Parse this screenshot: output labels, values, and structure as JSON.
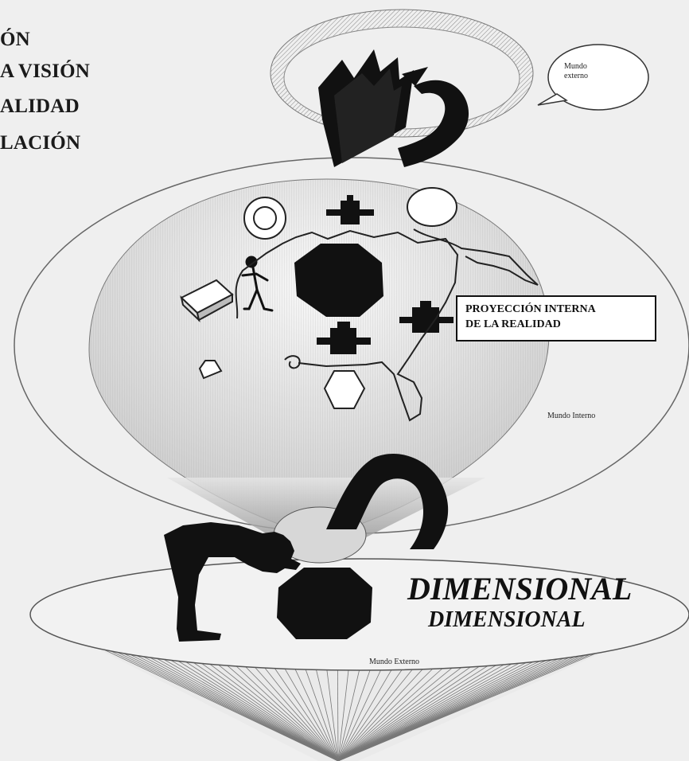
{
  "title_lines": [
    "ÓN",
    "A VISIÓN",
    "ALIDAD",
    "LACIÓN"
  ],
  "external_bubble_label": "Mundo\nexterno",
  "projection_box": {
    "line1": "PROYECCIÓN INTERNA",
    "line2": "DE LA REALIDAD"
  },
  "internal_world_label": "Mundo Interno",
  "dimensional_large": "DIMENSIONAL",
  "dimensional_small": "DIMENSIONAL",
  "external_world_label": "Mundo Externo"
}
